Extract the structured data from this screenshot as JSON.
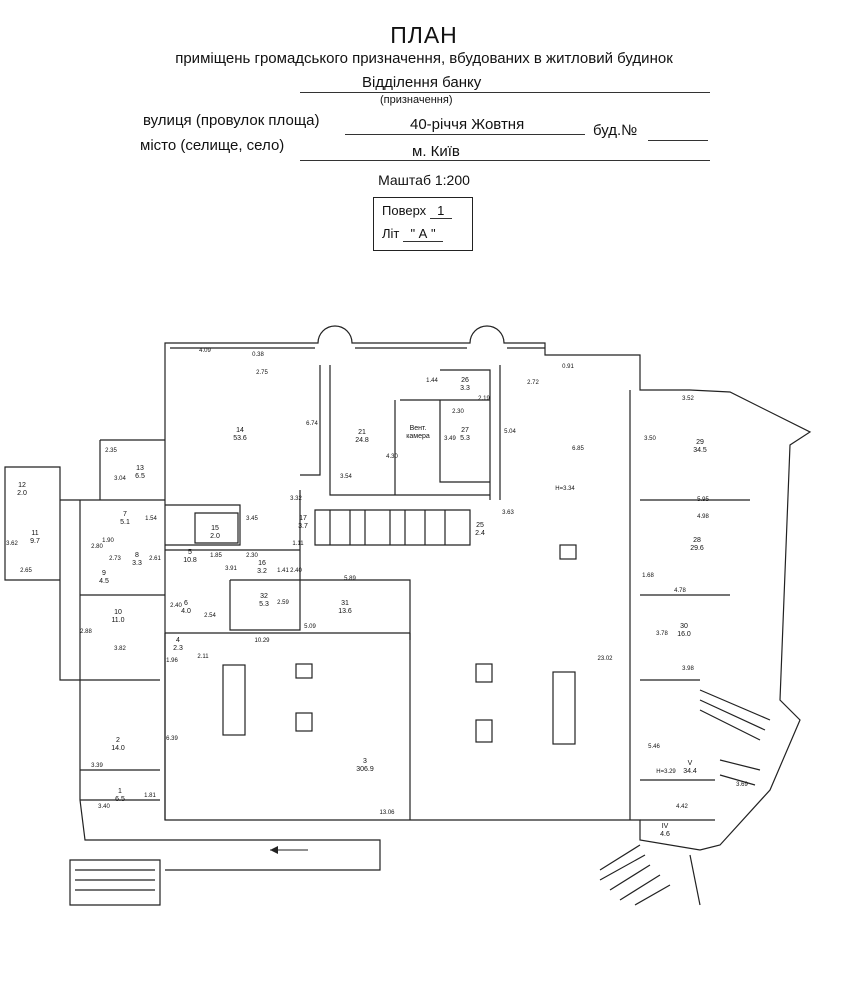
{
  "header": {
    "title": "ПЛАН",
    "subtitle": "приміщень громадського призначення, вбудованих в житловий будинок",
    "purpose_value": "Відділення банку",
    "purpose_caption": "(призначення)",
    "street_label": "вулиця (провулок площа)",
    "street_value": "40-річчя Жовтня",
    "building_label": "буд.№",
    "city_label": "місто (селище, село)",
    "city_value": "м. Київ",
    "scale": "Маштаб 1:200",
    "floor_label": "Поверх",
    "floor_value": "1",
    "letter_label": "Літ",
    "letter_value": "\" А \""
  },
  "plan": {
    "rooms": [
      {
        "num": "14",
        "area": "53.6"
      },
      {
        "num": "21",
        "area": "24.8"
      },
      {
        "num": "26",
        "area": "3.3"
      },
      {
        "num": "27",
        "area": "5.3"
      },
      {
        "num": "Вент.",
        "area": "камера"
      },
      {
        "num": "29",
        "area": "34.5"
      },
      {
        "num": "28",
        "area": "29.6"
      },
      {
        "num": "30",
        "area": "16.0"
      },
      {
        "num": "13",
        "area": "6.5"
      },
      {
        "num": "12",
        "area": "2.0"
      },
      {
        "num": "11",
        "area": "9.7"
      },
      {
        "num": "7",
        "area": "5.1"
      },
      {
        "num": "8",
        "area": "3.3"
      },
      {
        "num": "9",
        "area": "4.5"
      },
      {
        "num": "10",
        "area": "11.0"
      },
      {
        "num": "15",
        "area": "2.0"
      },
      {
        "num": "5",
        "area": "10.8"
      },
      {
        "num": "16",
        "area": "3.2"
      },
      {
        "num": "17",
        "area": "3.7"
      },
      {
        "num": "6",
        "area": "4.0"
      },
      {
        "num": "32",
        "area": "5.3"
      },
      {
        "num": "31",
        "area": "13.6"
      },
      {
        "num": "4",
        "area": "2.3"
      },
      {
        "num": "3",
        "area": "306.9"
      },
      {
        "num": "2",
        "area": "14.0"
      },
      {
        "num": "1",
        "area": "6.5"
      },
      {
        "num": "V",
        "area": "34.4"
      },
      {
        "num": "IV",
        "area": "4.6"
      },
      {
        "num": "25",
        "area": "2.4"
      }
    ],
    "dims": [
      "4.09",
      "0.38",
      "2.75",
      "6.74",
      "1.44",
      "2.19",
      "2.30",
      "3.49",
      "3.54",
      "4.30",
      "5.04",
      "2.72",
      "0.91",
      "6.85",
      "H=3.34",
      "3.52",
      "3.50",
      "5.95",
      "4.98",
      "1.68",
      "4.78",
      "3.78",
      "3.98",
      "23.02",
      "5.46",
      "H=3.29",
      "3.69",
      "4.42",
      "2.35",
      "3.04",
      "3.62",
      "2.65",
      "1.54",
      "1.90",
      "2.80",
      "2.73",
      "2.61",
      "2.88",
      "3.82",
      "3.45",
      "1.85",
      "2.30",
      "3.91",
      "1.41",
      "1.11",
      "3.32",
      "2.40",
      "5.89",
      "2.40",
      "2.54",
      "2.59",
      "5.09",
      "10.29",
      "1.96",
      "2.11",
      "6.39",
      "3.39",
      "3.40",
      "1.81",
      "13.06",
      "3.63"
    ]
  }
}
